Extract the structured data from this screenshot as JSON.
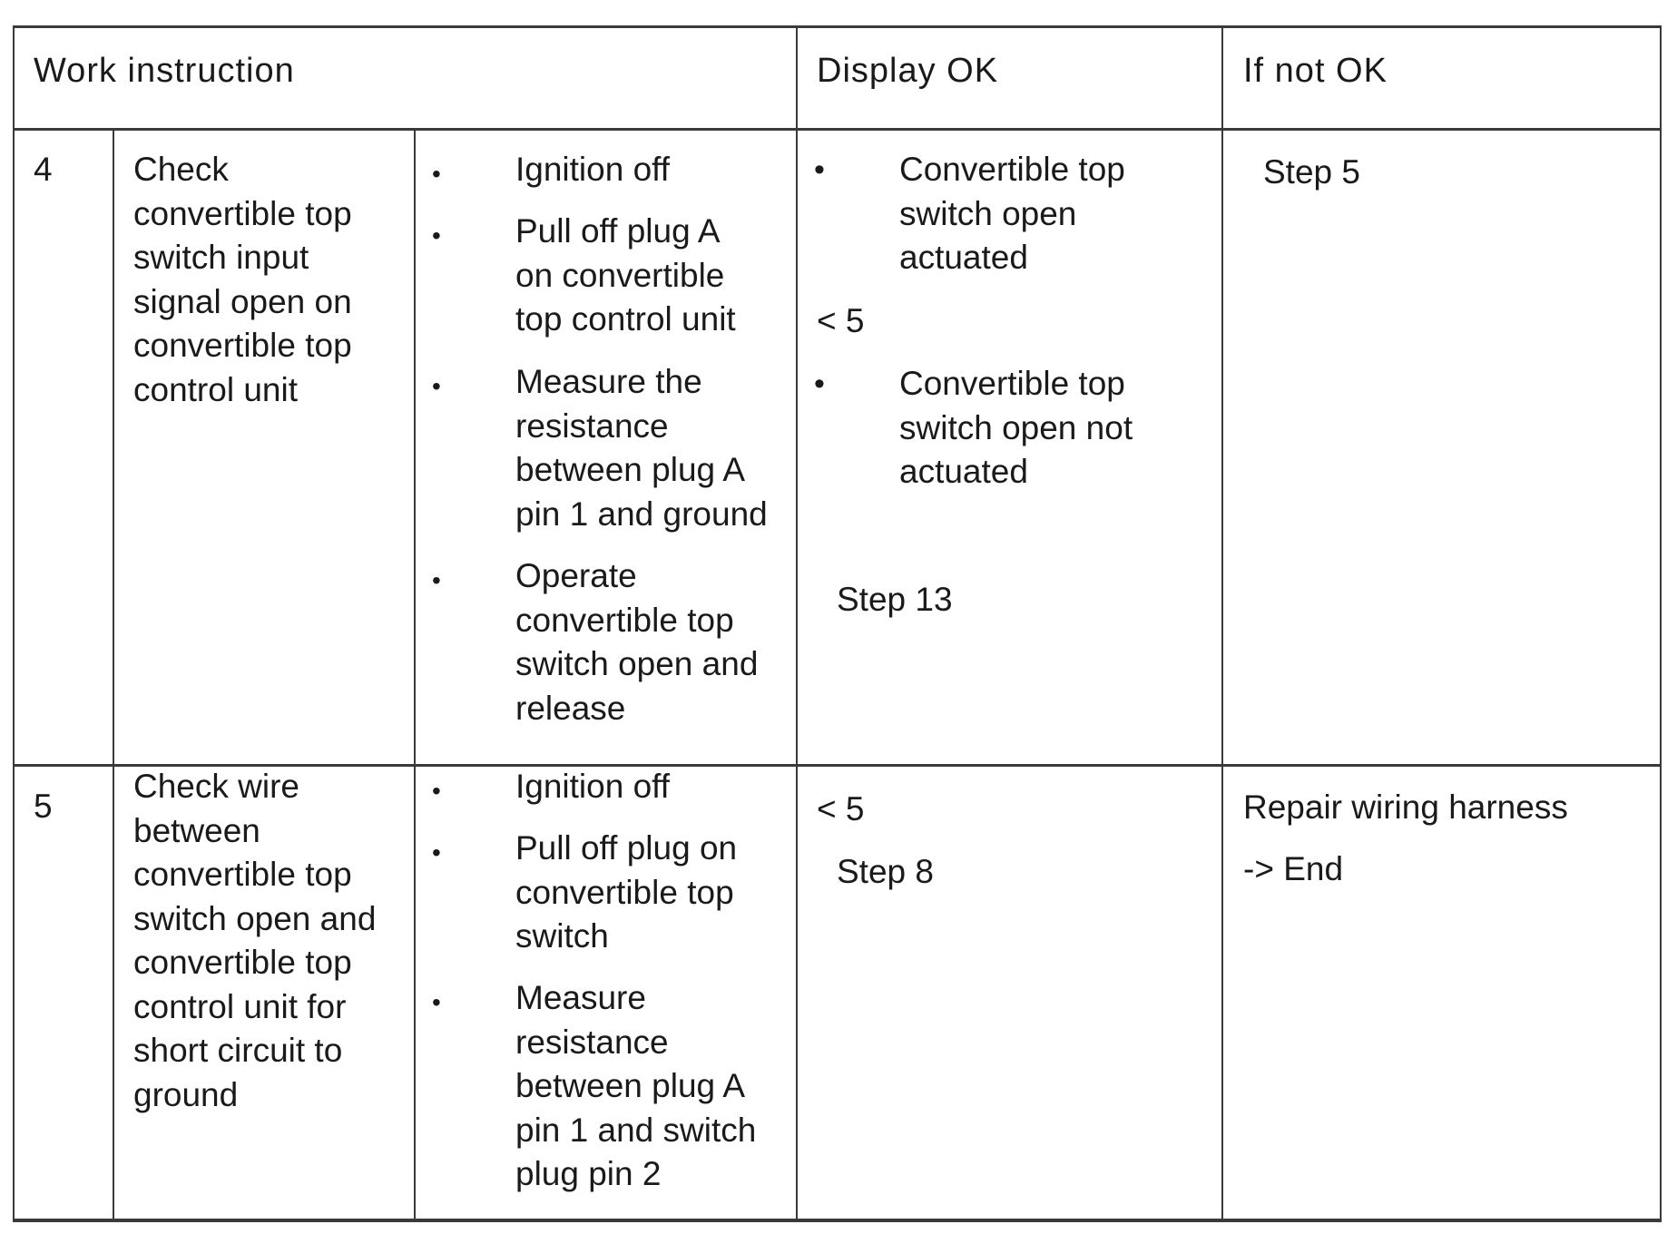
{
  "table": {
    "headers": {
      "work_instruction": "Work instruction",
      "display_ok": "Display OK",
      "if_not_ok": "If not OK"
    },
    "bullet_char": "•",
    "rows": [
      {
        "step": "4",
        "description": [
          "Check",
          "convertible top",
          "switch input",
          "signal open on",
          "convertible top",
          "control unit"
        ],
        "actions": [
          [
            "Ignition off"
          ],
          [
            "Pull off plug A",
            "on convertible",
            "top control unit"
          ],
          [
            "Measure the",
            "resistance",
            "between plug A",
            "pin 1 and ground"
          ],
          [
            "Operate",
            "convertible top",
            "switch open and",
            "release"
          ]
        ],
        "display_ok": {
          "condition_1": [
            "Convertible top",
            "switch open",
            "actuated"
          ],
          "value": "< 5",
          "condition_2": [
            "Convertible top",
            "switch open not",
            "actuated"
          ],
          "next": "Step 13"
        },
        "if_not_ok": "Step 5"
      },
      {
        "step": "5",
        "description": [
          "Check wire",
          "between",
          "convertible top",
          "switch open and",
          "convertible top",
          "control unit for",
          "short circuit to",
          "ground"
        ],
        "actions": [
          [
            "Ignition off"
          ],
          [
            "Pull off plug on",
            "convertible top",
            "switch"
          ],
          [
            "Measure",
            "resistance",
            "between plug A",
            "pin 1 and switch",
            "plug pin 2"
          ]
        ],
        "display_ok": {
          "value": "< 5",
          "next": "Step 8"
        },
        "if_not_ok": [
          "Repair wiring harness",
          "-> End"
        ]
      }
    ]
  }
}
